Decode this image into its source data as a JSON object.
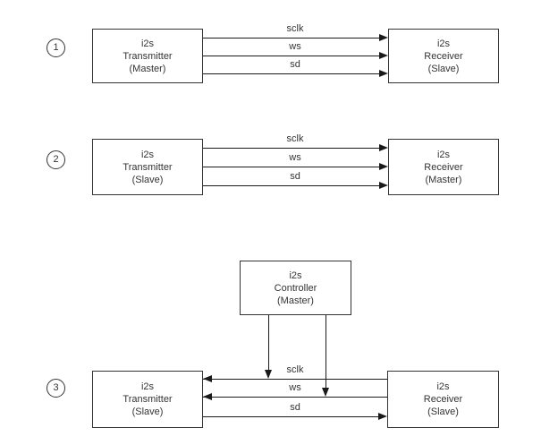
{
  "colors": {
    "background": "#ffffff",
    "line": "#1a1a1a",
    "text": "#333333"
  },
  "sections": [
    {
      "number": "1",
      "transmitter": "i2s\nTransmitter\n(Master)",
      "receiver": "i2s\nReceiver\n(Slave)",
      "signals": [
        "sclk",
        "ws",
        "sd"
      ]
    },
    {
      "number": "2",
      "transmitter": "i2s\nTransmitter\n(Slave)",
      "receiver": "i2s\nReceiver\n(Master)",
      "signals": [
        "sclk",
        "ws",
        "sd"
      ]
    },
    {
      "number": "3",
      "controller": "i2s\nController\n(Master)",
      "transmitter": "i2s\nTransmitter\n(Slave)",
      "receiver": "i2s\nReceiver\n(Slave)",
      "signals": [
        "sclk",
        "ws",
        "sd"
      ]
    }
  ]
}
